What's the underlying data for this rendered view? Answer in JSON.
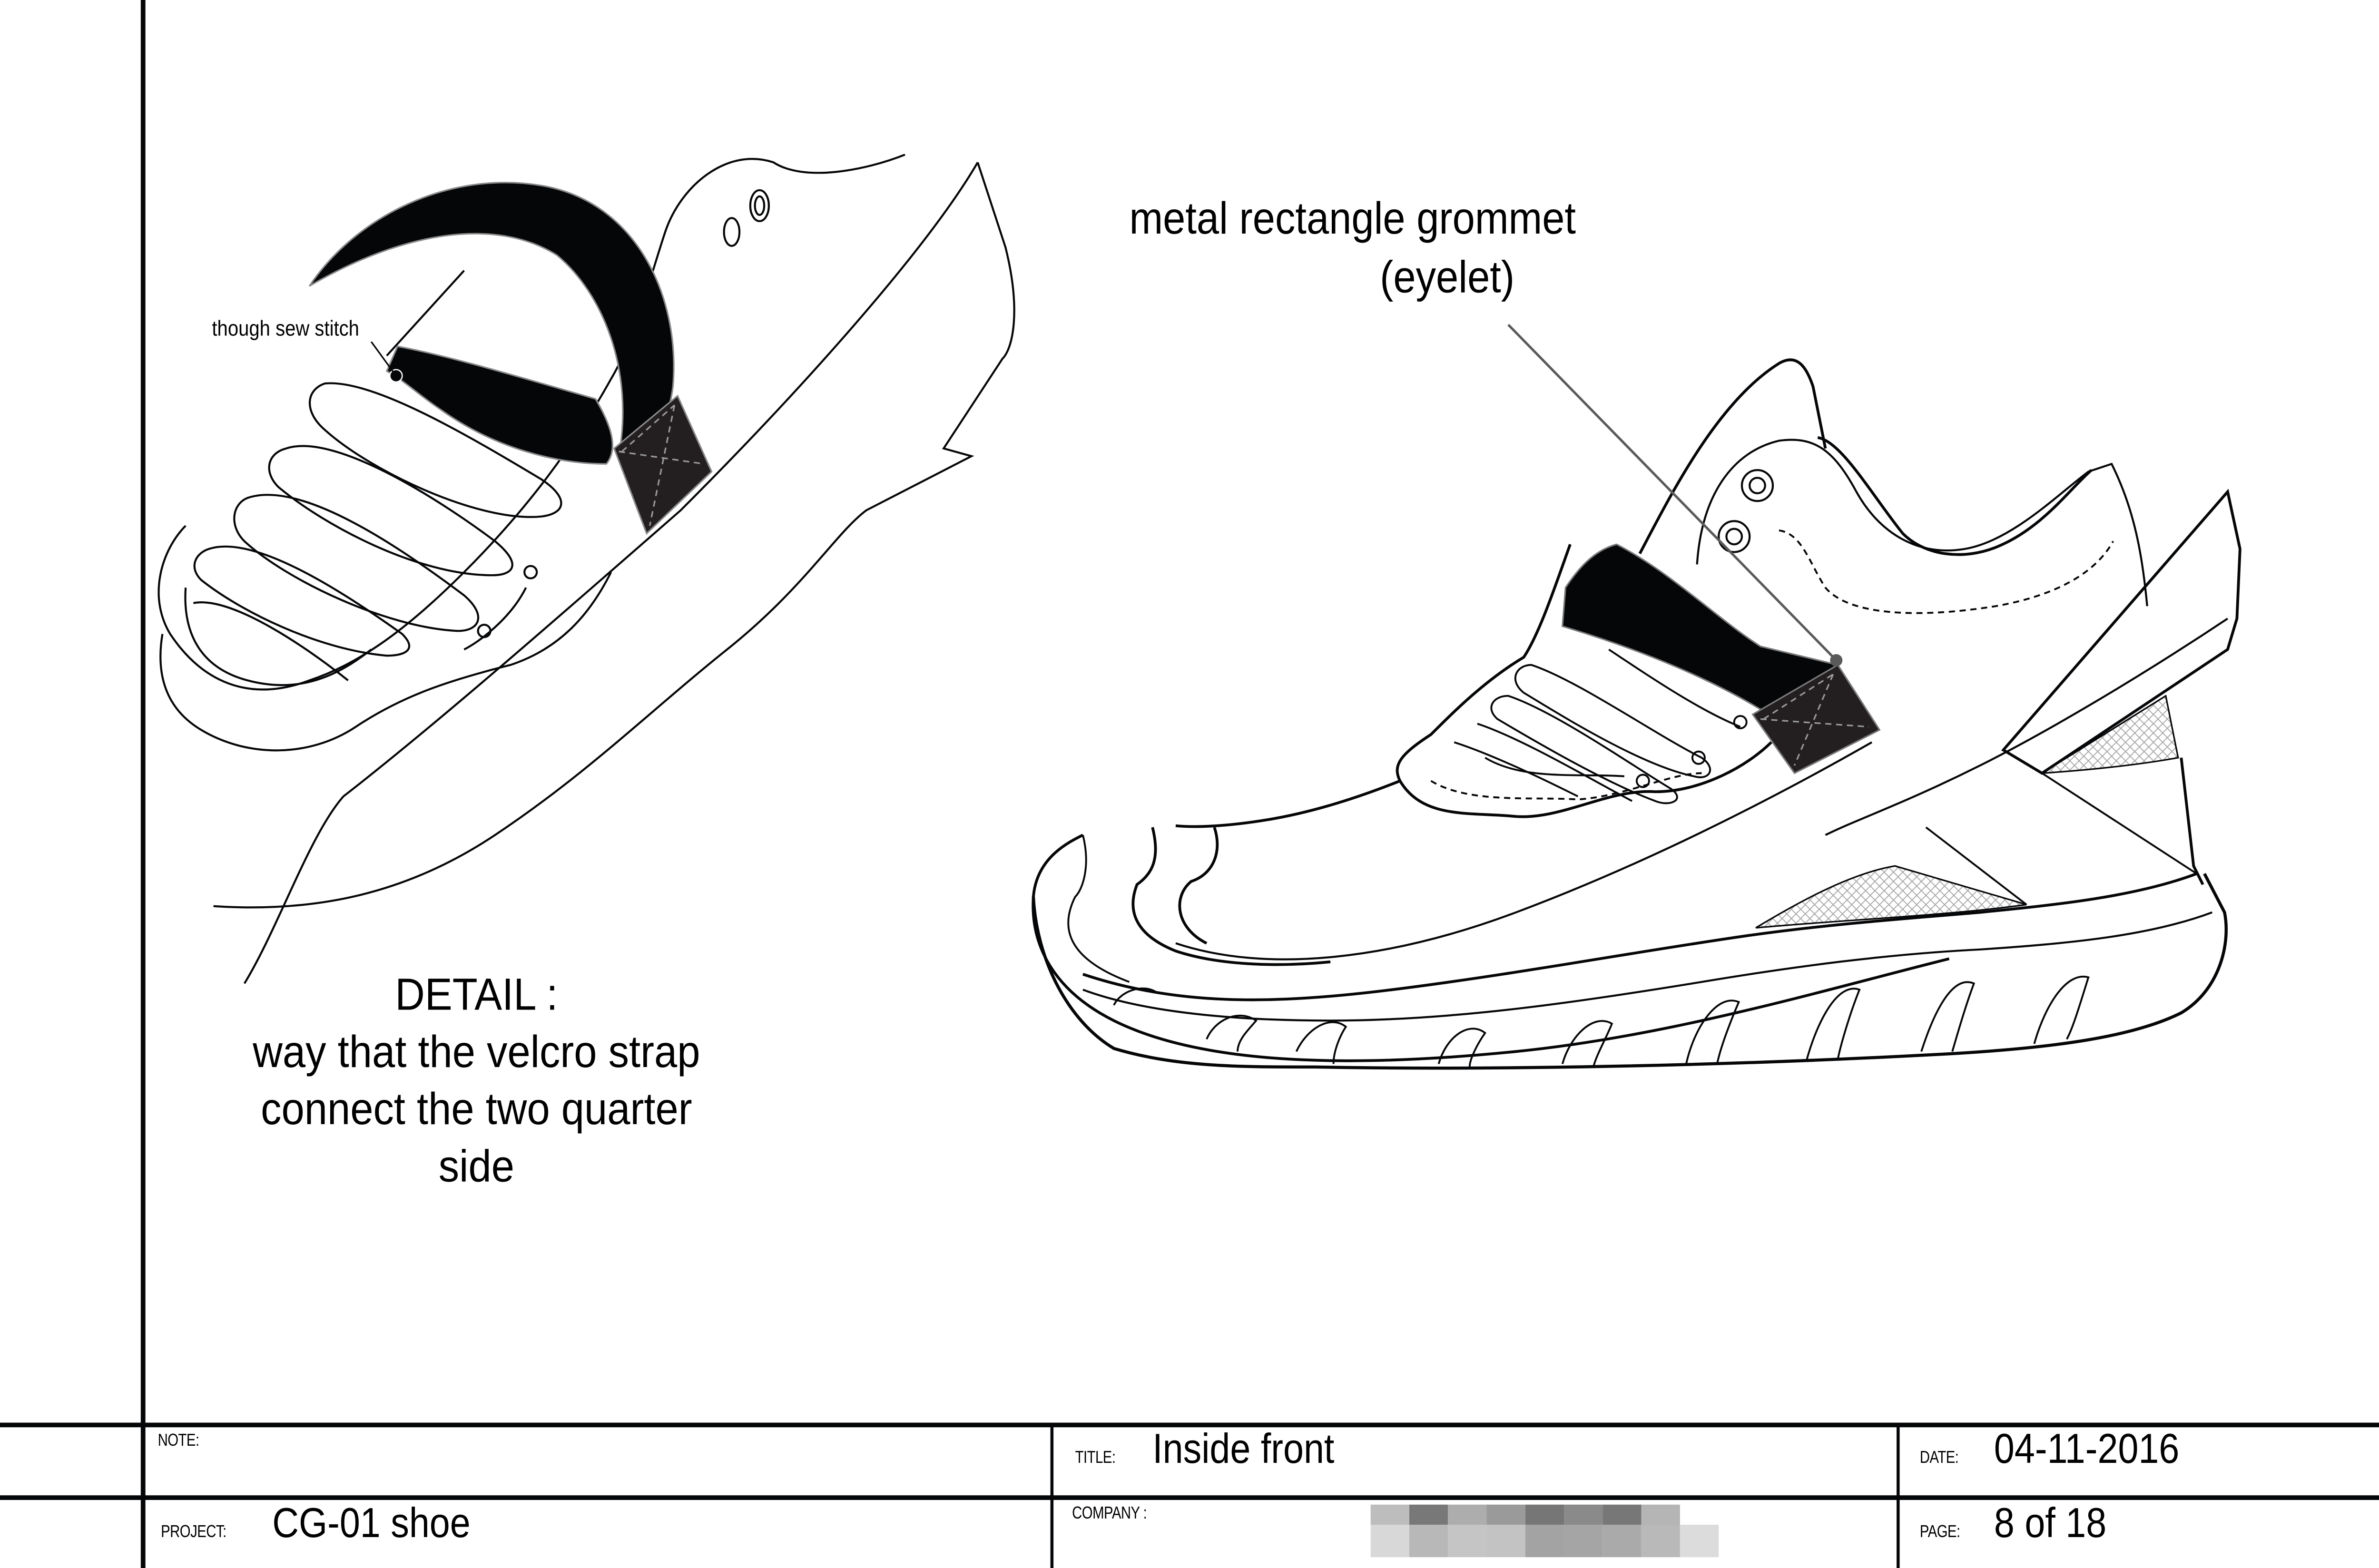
{
  "drawing": {
    "detail_view": {
      "callout_label": "though sew stitch",
      "caption_lines": [
        "DETAIL :",
        "way that the velcro strap",
        "connect the two quarter",
        "side"
      ]
    },
    "main_view": {
      "callout_line1": "metal rectangle grommet",
      "callout_line2": "(eyelet)"
    },
    "colors": {
      "line": "#050608",
      "strap_fill": "#050608",
      "velcro_tab_fill": "#231f20",
      "stitch_dash": "#9a9a9a",
      "mesh": "#bdbdbd",
      "leader_line": "#5a5a5a"
    }
  },
  "title_block": {
    "note": {
      "label": "NOTE:",
      "value": ""
    },
    "title": {
      "label": "TITLE:",
      "value": "Inside front"
    },
    "date": {
      "label": "DATE:",
      "value": "04-11-2016"
    },
    "project": {
      "label": "PROJECT:",
      "value": "CG-01 shoe"
    },
    "company": {
      "label": "COMPANY :",
      "value_redacted": true
    },
    "page": {
      "label": "PAGE:",
      "value": "8 of 18"
    }
  },
  "redaction_swatches": {
    "top": [
      "#bdbdbd",
      "#787878",
      "#adadad",
      "#9a9a9a",
      "#767676",
      "#8a8a8a",
      "#777777",
      "#b5b5b5"
    ],
    "bottom": [
      "#d8d8d8",
      "#b8b8b8",
      "#c5c5c5",
      "#c3c3c3",
      "#a3a3a3",
      "#a5a5a5",
      "#aaaaaa",
      "#b9b9b9",
      "#dcdcdc"
    ]
  }
}
